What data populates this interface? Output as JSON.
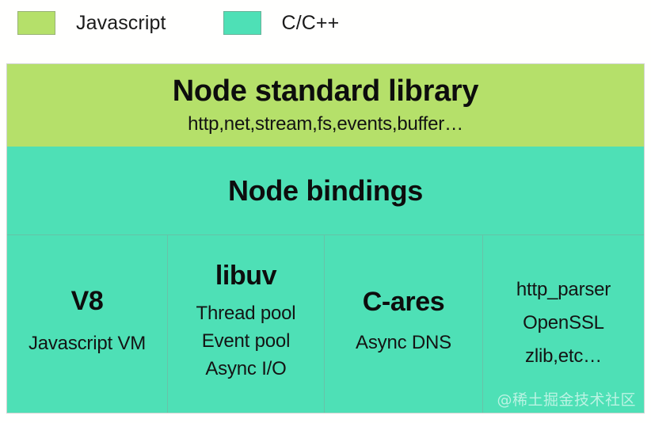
{
  "colors": {
    "javascript": "#b5e06a",
    "c_cpp": "#4ee0b6",
    "background": "#fffffe",
    "text": "#0d0d0d"
  },
  "legend": {
    "items": [
      {
        "label": "Javascript",
        "color": "#b5e06a",
        "swatch_name": "legend-swatch-javascript"
      },
      {
        "label": "C/C++",
        "color": "#4ee0b6",
        "swatch_name": "legend-swatch-c-cpp"
      }
    ]
  },
  "diagram": {
    "bands": [
      {
        "title": "Node standard library",
        "subtitle": "http,net,stream,fs,events,buffer…",
        "color": "#b5e06a",
        "layer": "javascript"
      },
      {
        "title": "Node bindings",
        "subtitle": "",
        "color": "#4ee0b6",
        "layer": "c_cpp"
      }
    ],
    "columns": [
      {
        "title": "V8",
        "lines": [
          "Javascript VM"
        ],
        "color": "#4ee0b6"
      },
      {
        "title": "libuv",
        "lines": [
          "Thread pool",
          "Event pool",
          "Async I/O"
        ],
        "color": "#4ee0b6"
      },
      {
        "title": "C-ares",
        "lines": [
          "Async DNS"
        ],
        "color": "#4ee0b6"
      },
      {
        "title": "",
        "lines": [
          "http_parser",
          "OpenSSL",
          "zlib,etc…"
        ],
        "color": "#4ee0b6"
      }
    ]
  },
  "watermark": {
    "text": "@稀土掘金技术社区"
  }
}
